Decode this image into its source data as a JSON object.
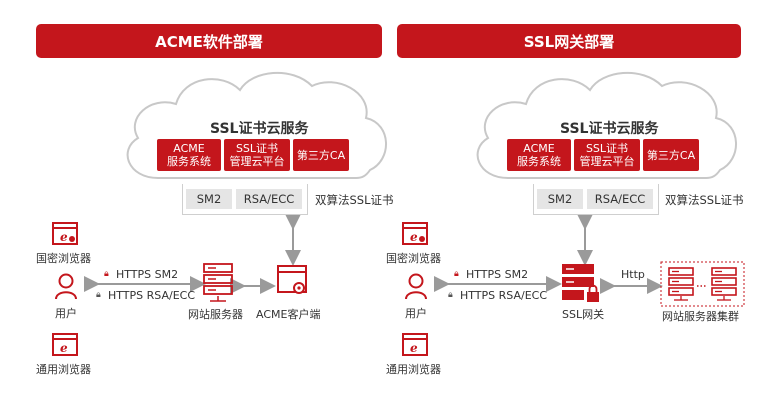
{
  "left": {
    "header": "ACME软件部署",
    "cloud_title": "SSL证书云服务",
    "services": [
      "ACME\n服务系统",
      "SSL证书\n管理云平台",
      "第三方CA"
    ],
    "algorithms": [
      "SM2",
      "RSA/ECC"
    ],
    "algo_label": "双算法SSL证书",
    "browser_gm": "国密浏览器",
    "user": "用户",
    "browser_general": "通用浏览器",
    "https_sm2": "HTTPS SM2",
    "https_rsa": "HTTPS RSA/ECC",
    "web_server": "网站服务器",
    "acme_client": "ACME客户端"
  },
  "right": {
    "header": "SSL网关部署",
    "cloud_title": "SSL证书云服务",
    "services": [
      "ACME\n服务系统",
      "SSL证书\n管理云平台",
      "第三方CA"
    ],
    "algorithms": [
      "SM2",
      "RSA/ECC"
    ],
    "algo_label": "双算法SSL证书",
    "browser_gm": "国密浏览器",
    "user": "用户",
    "browser_general": "通用浏览器",
    "https_sm2": "HTTPS SM2",
    "https_rsa": "HTTPS RSA/ECC",
    "gateway": "SSL网关",
    "http": "Http",
    "server_cluster": "网站服务器集群"
  },
  "colors": {
    "brand_red": "#c4161c",
    "gray_box": "#e5e5e5",
    "arrow_gray": "#9a9a9a"
  }
}
